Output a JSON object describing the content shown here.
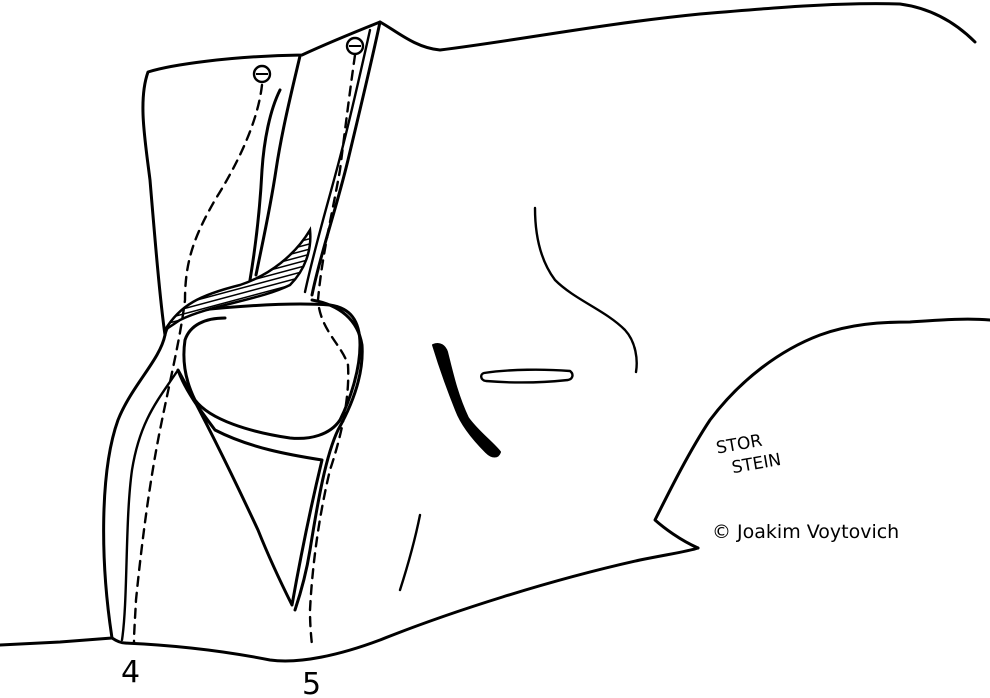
{
  "topo": {
    "routes": [
      {
        "number": "4"
      },
      {
        "number": "5"
      }
    ],
    "boulder_name": [
      "STOR",
      "STEIN"
    ],
    "credit": "© Joakim Voytovich",
    "ink_color": "#000000",
    "background_color": "#ffffff"
  }
}
